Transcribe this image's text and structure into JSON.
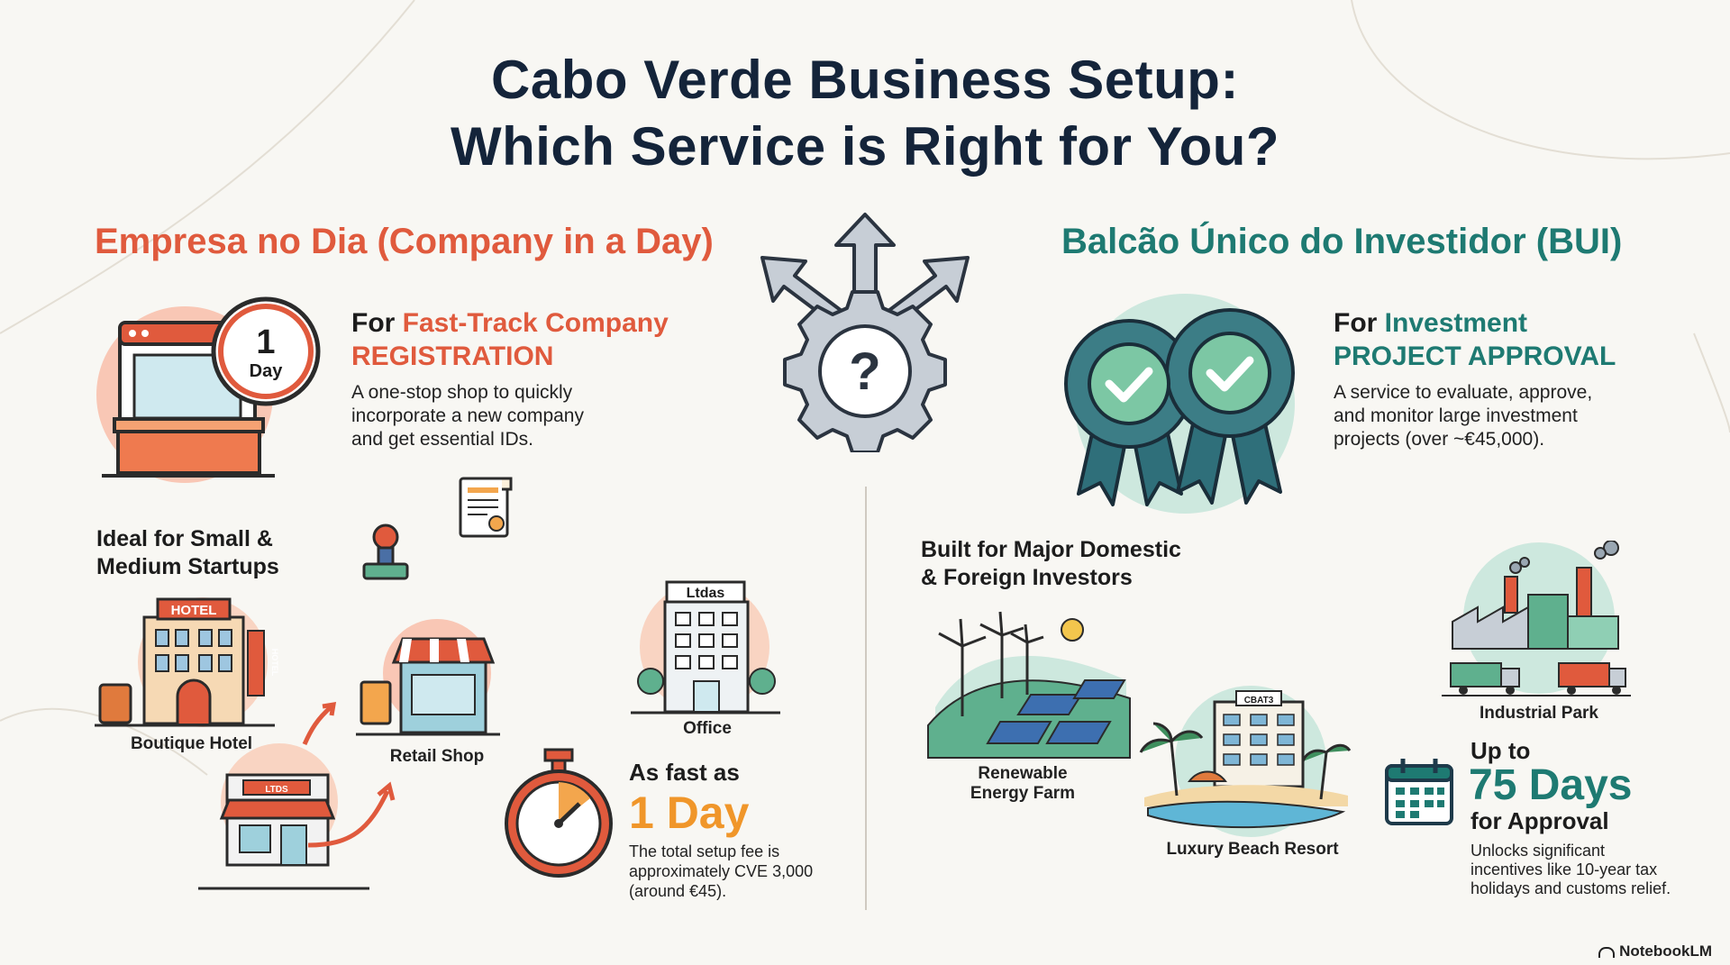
{
  "title": {
    "line1": "Cabo Verde Business Setup:",
    "line2": "Which Service is Right for You?"
  },
  "left": {
    "heading": "Empresa no Dia (Company in a Day)",
    "for_prefix": "For",
    "for_highlight": "Fast-Track Company",
    "for_line2": "REGISTRATION",
    "description": [
      "A one-stop shop to quickly",
      "incorporate a new company",
      "and get essential IDs."
    ],
    "clock_number": "1",
    "clock_unit": "Day",
    "ideal_line1": "Ideal for Small &",
    "ideal_line2": "Medium Startups",
    "hotel_sign": "HOTEL",
    "hotel_side_sign": "HOTEL",
    "hotel_label": "Boutique Hotel",
    "retail_label": "Retail Shop",
    "office_sign": "Ltdas",
    "office_label": "Office",
    "small_shop_sign": "LTDS",
    "fast_line1": "As fast as",
    "fast_big": "1 Day",
    "fee_text": [
      "The total setup fee is",
      "approximately CVE 3,000",
      "(around €45)."
    ]
  },
  "right": {
    "heading": "Balcão Único do Investidor (BUI)",
    "for_prefix": "For",
    "for_highlight": "Investment",
    "for_line2": "PROJECT APPROVAL",
    "description": [
      "A service to evaluate, approve,",
      "and monitor large investment",
      "projects (over ~€45,000)."
    ],
    "built_line1": "Built for Major Domestic",
    "built_line2": "& Foreign Investors",
    "energy_label_1": "Renewable",
    "energy_label_2": "Energy Farm",
    "resort_sign": "CBAT3",
    "resort_label": "Luxury Beach Resort",
    "industrial_label": "Industrial Park",
    "upto": "Up to",
    "days_big": "75 Days",
    "approval": "for Approval",
    "incentives": [
      "Unlocks significant",
      "incentives like 10-year tax",
      "holidays and customs relief."
    ]
  },
  "brand": "NotebookLM",
  "colors": {
    "orange": "#e05a3d",
    "teal": "#1e7a72",
    "navy": "#14243a",
    "amber": "#f0962a"
  },
  "icons": {
    "center": "gear-with-question-and-arrows-icon",
    "left_main": "service-counter-with-clock-icon",
    "right_main": "approval-badges-icon",
    "stopwatch": "stopwatch-icon",
    "calendar": "calendar-icon"
  }
}
